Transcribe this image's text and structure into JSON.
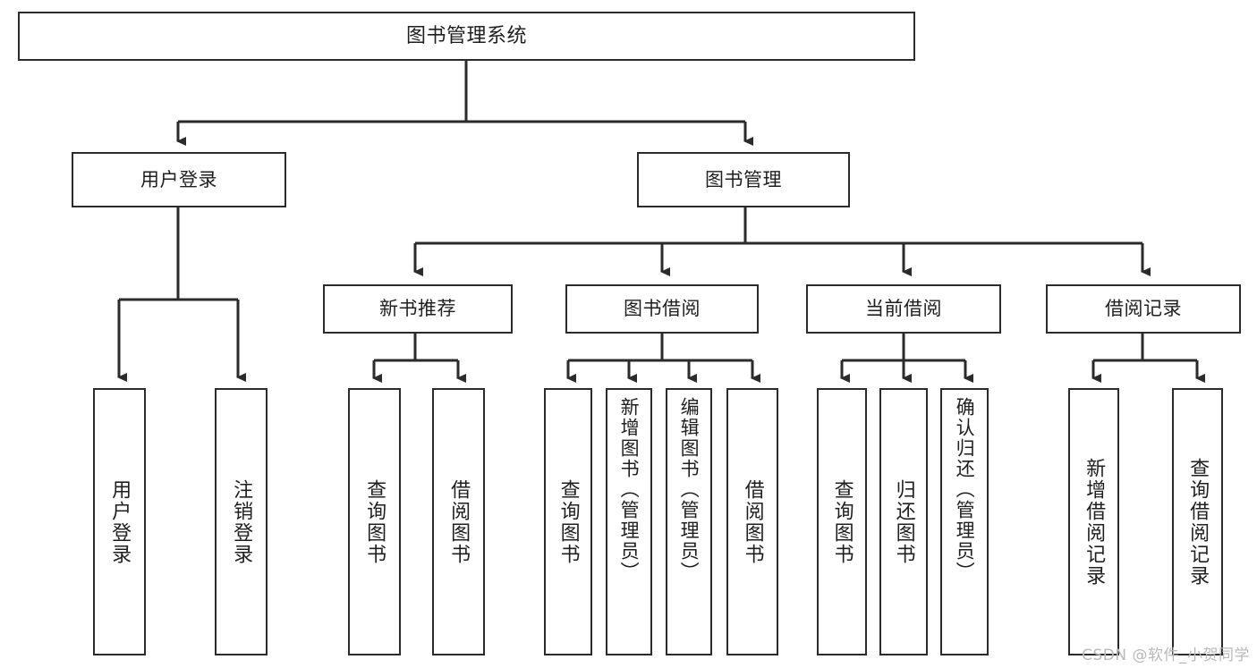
{
  "diagram": {
    "type": "tree",
    "title": "图书管理系统",
    "watermark": "CSDN @软件_小贺同学",
    "colors": {
      "stroke": "#2b2b2b",
      "fill": "#ffffff",
      "text": "#1f1f1f",
      "watermark": "#b9b9b9"
    },
    "nodes": {
      "root": {
        "label": "图书管理系统"
      },
      "level1": [
        {
          "id": "user-login",
          "label": "用户登录"
        },
        {
          "id": "book-manage",
          "label": "图书管理"
        }
      ],
      "level2": [
        {
          "id": "new-book-recommend",
          "label": "新书推荐"
        },
        {
          "id": "book-borrow",
          "label": "图书借阅"
        },
        {
          "id": "current-borrow",
          "label": "当前借阅"
        },
        {
          "id": "borrow-record",
          "label": "借阅记录"
        }
      ],
      "leaves": {
        "user-login": [
          {
            "id": "leaf-user-login",
            "label": "用户登录"
          },
          {
            "id": "leaf-logout",
            "label": "注销登录"
          }
        ],
        "new-book-recommend": [
          {
            "id": "leaf-query-book-1",
            "label": "查询图书"
          },
          {
            "id": "leaf-borrow-book-1",
            "label": "借阅图书"
          }
        ],
        "book-borrow": [
          {
            "id": "leaf-query-book-2",
            "label": "查询图书"
          },
          {
            "id": "leaf-add-book",
            "label": "新增图书（管理员）"
          },
          {
            "id": "leaf-edit-book",
            "label": "编辑图书（管理员）"
          },
          {
            "id": "leaf-borrow-book-2",
            "label": "借阅图书"
          }
        ],
        "current-borrow": [
          {
            "id": "leaf-query-book-3",
            "label": "查询图书"
          },
          {
            "id": "leaf-return-book",
            "label": "归还图书"
          },
          {
            "id": "leaf-confirm-return",
            "label": "确认归还（管理员）"
          }
        ],
        "borrow-record": [
          {
            "id": "leaf-add-record",
            "label": "新增借阅记录"
          },
          {
            "id": "leaf-query-record",
            "label": "查询借阅记录"
          }
        ]
      }
    }
  }
}
